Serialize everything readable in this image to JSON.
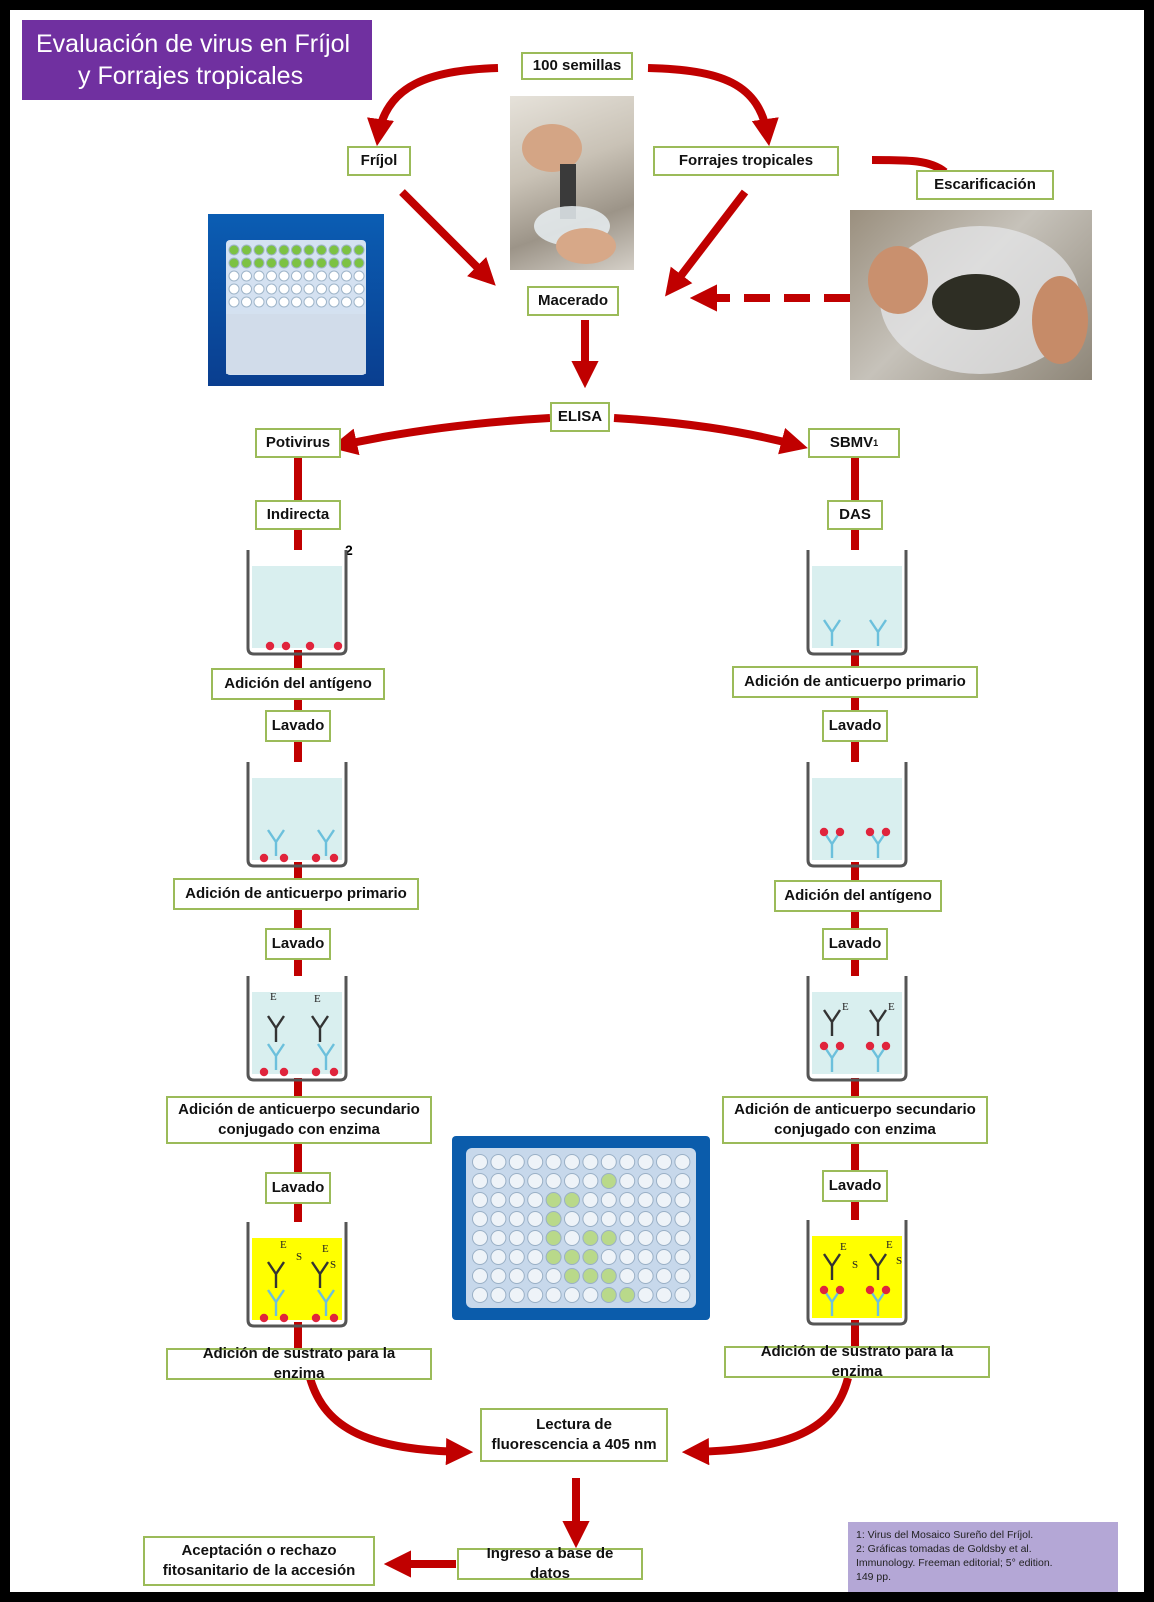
{
  "title": {
    "line1": "Evaluación de virus en Fríjol",
    "line2": "y Forrajes tropicales"
  },
  "colors": {
    "arrow": "#c00000",
    "box_border": "#9bbb59",
    "title_bg": "#7030a0",
    "note_bg": "#b4a7d6",
    "liquid": "#d9efef",
    "substrate": "#ffff00",
    "antigen": "#e0243c",
    "antibody": "#6cc0dc"
  },
  "nodes": {
    "seeds": "100 semillas",
    "frijol": "Fríjol",
    "forrajes": "Forrajes tropicales",
    "escarificacion": "Escarificación",
    "macerado": "Macerado",
    "elisa": "ELISA",
    "potivirus": "Potivirus",
    "sbmv": "SBMV",
    "sbmv_sup": "1",
    "indirecta": "Indirecta",
    "das": "DAS",
    "footnote_mark": "2",
    "lectura_1": "Lectura de",
    "lectura_2": "fluorescencia a 405 nm",
    "ingreso": "Ingreso a base de datos",
    "aceptacion_1": "Aceptación o rechazo",
    "aceptacion_2": "fitosanitario de la accesión"
  },
  "left_steps": {
    "s1": "Adición del antígeno",
    "s2": "Lavado",
    "s3": "Adición de anticuerpo primario",
    "s4": "Lavado",
    "s5a": "Adición de anticuerpo secundario",
    "s5b": "conjugado con enzima",
    "s6": "Lavado",
    "s7": "Adición de sustrato para la enzima"
  },
  "right_steps": {
    "s1": "Adición de anticuerpo primario",
    "s2": "Lavado",
    "s3": "Adición del antígeno",
    "s4": "Lavado",
    "s5a": "Adición de anticuerpo secundario",
    "s5b": "conjugado con enzima",
    "s6": "Lavado",
    "s7": "Adición de sustrato para la enzima"
  },
  "well_labels": {
    "enzyme": "E",
    "substrate": "S"
  },
  "notes": {
    "l1": "1: Virus del Mosaico Sureño del Fríjol.",
    "l2": "2: Gráficas tomadas de Goldsby et al.",
    "l3": "Immunology. Freeman editorial; 5° edition.",
    "l4": "149 pp."
  }
}
